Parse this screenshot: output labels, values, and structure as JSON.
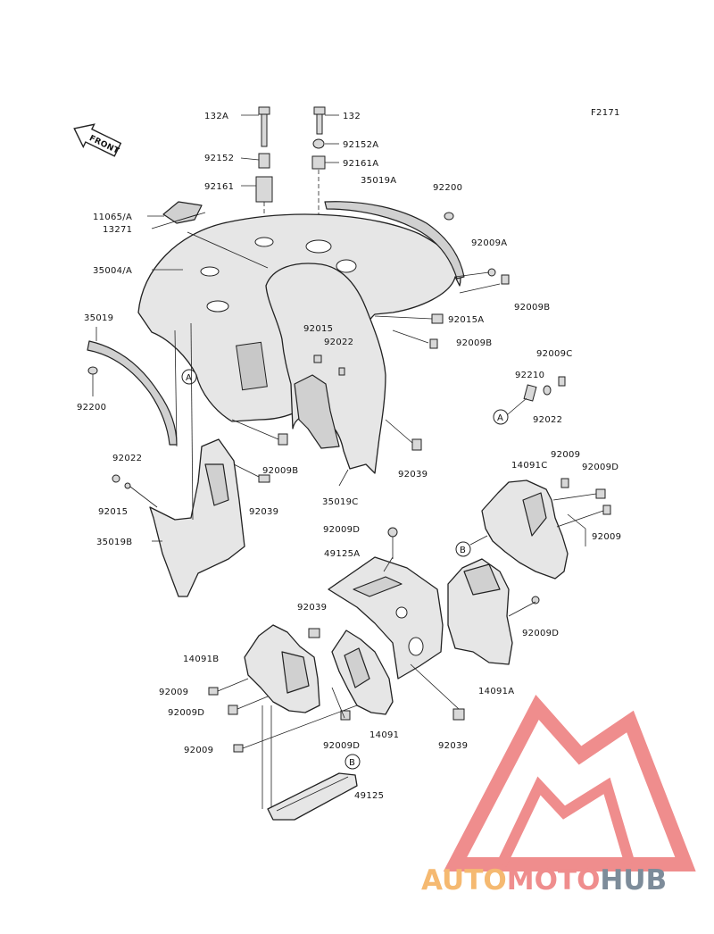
{
  "diagram_code": "F2171",
  "front_label": "FRONT",
  "ref_markers": {
    "a": "A",
    "b": "B"
  },
  "labels": {
    "p132A": "132A",
    "p132": "132",
    "p92152": "92152",
    "p92152A": "92152A",
    "p92161": "92161",
    "p92161A": "92161A",
    "p11065A": "11065/A",
    "p13271": "13271",
    "p35019A": "35019A",
    "p92200top": "92200",
    "p35004A": "35004/A",
    "p92009A": "92009A",
    "p92009B1": "92009B",
    "p92015A": "92015A",
    "p92009B2": "92009B",
    "p92015a": "92015",
    "p92022a": "92022",
    "p35019": "35019",
    "p92200left": "92200",
    "p92009C": "92009C",
    "p92210": "92210",
    "p92022right": "92022",
    "p92009B3": "92009B",
    "p92039a": "92039",
    "p92039b": "92039",
    "p35019C": "35019C",
    "p92022left": "92022",
    "p92015left": "92015",
    "p35019B": "35019B",
    "p92009r1": "92009",
    "p14091C": "14091C",
    "p92009D1": "92009D",
    "p92009r2": "92009",
    "p92009D2": "92009D",
    "p49125A": "49125A",
    "p92009D3": "92009D",
    "p92039c": "92039",
    "p14091B": "14091B",
    "p92009l1": "92009",
    "p92009D4": "92009D",
    "p92009l2": "92009",
    "p92009D5": "92009D",
    "p14091": "14091",
    "p92039d": "92039",
    "p14091A": "14091A",
    "p49125": "49125"
  },
  "watermark": {
    "part1": "AUTO",
    "part2": "MOTO",
    "part3": "HUB"
  },
  "colors": {
    "logo_red": "#ef8d8d",
    "logo_orange": "#f5b971",
    "logo_gray": "#7d8c9a"
  }
}
